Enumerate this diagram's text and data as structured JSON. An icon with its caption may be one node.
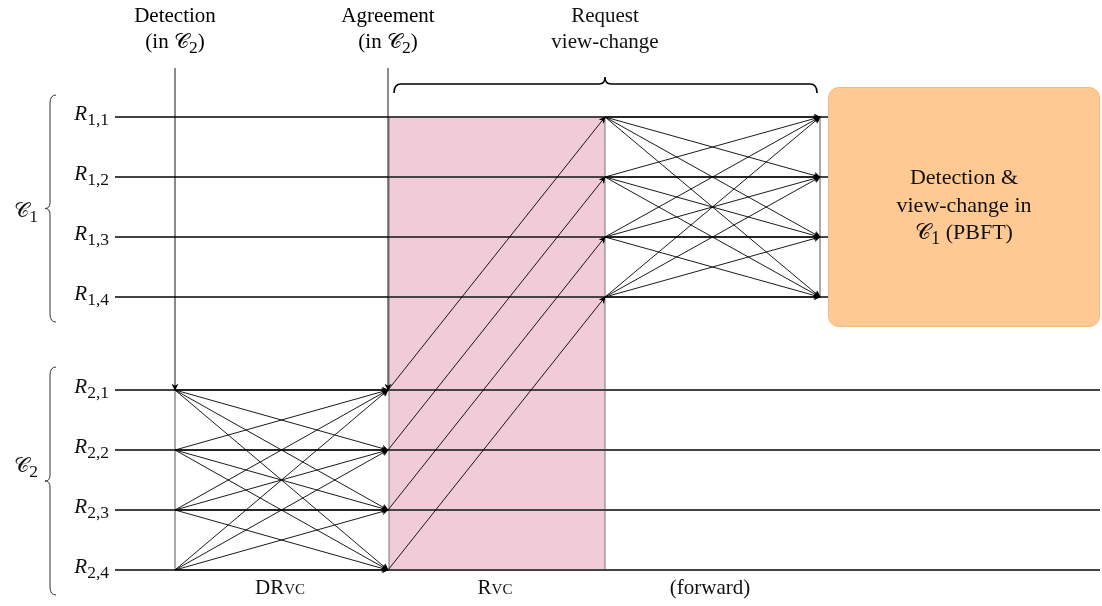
{
  "diagram": {
    "nodes": [
      {
        "text": [
          "Detection (in 𝒞$_{2}$)"
        ]
      },
      {
        "text": [
          "Agreement (in 𝒞$_{2}$)"
        ]
      },
      {
        "text": [],
        "shape": "bar",
        "beside": [
          "*R*$_{1,1}$"
        ]
      },
      {
        "text": [],
        "shape": "bar",
        "beside": [
          "*R*$_{1,2}$"
        ]
      },
      {
        "text": [],
        "shape": "bar",
        "beside": [
          "*R*$_{1,3}$"
        ]
      },
      {
        "text": [],
        "shape": "bar",
        "beside": [
          "*R*$_{1,4}$"
        ]
      },
      {
        "text": [],
        "shape": "bar",
        "beside": [
          "*R*$_{2,1}$"
        ]
      },
      {
        "text": [],
        "shape": "bar",
        "beside": [
          "*R*$_{2,2}$"
        ]
      },
      {
        "text": [],
        "shape": "bar",
        "beside": [
          "*R*$_{2,3}$"
        ]
      },
      {
        "text": [],
        "shape": "bar",
        "beside": [
          "*R*$_{2,4}$"
        ]
      },
      {
        "text": [
          "Detection & view-change in 𝒞$_{1}$ (PBFT)"
        ]
      }
    ],
    "edges": [
      {
        "from": 0,
        "to": 6,
        "arrow": "to"
      },
      {
        "from": 1,
        "to": 6,
        "arrow": "to"
      },
      {
        "from": 6,
        "to": 6,
        "arrow": "to"
      },
      {
        "from": 6,
        "to": 7,
        "arrow": "to"
      },
      {
        "from": 6,
        "to": 8,
        "arrow": "to"
      },
      {
        "from": 6,
        "to": 9,
        "arrow": "to"
      },
      {
        "from": 7,
        "to": 6,
        "arrow": "to"
      },
      {
        "from": 7,
        "to": 7,
        "arrow": "to"
      },
      {
        "from": 7,
        "to": 8,
        "arrow": "to"
      },
      {
        "from": 7,
        "to": 9,
        "arrow": "to"
      },
      {
        "from": 8,
        "to": 6,
        "arrow": "to"
      },
      {
        "from": 8,
        "to": 7,
        "arrow": "to"
      },
      {
        "from": 8,
        "to": 8,
        "arrow": "to"
      },
      {
        "from": 8,
        "to": 9,
        "arrow": "to"
      },
      {
        "from": 9,
        "to": 6,
        "arrow": "to"
      },
      {
        "from": 9,
        "to": 7,
        "arrow": "to"
      },
      {
        "from": 9,
        "to": 8,
        "arrow": "to"
      },
      {
        "from": 9,
        "to": 9,
        "arrow": "to"
      },
      {
        "from": 6,
        "to": 2,
        "arrow": "to"
      },
      {
        "from": 7,
        "to": 3,
        "arrow": "to"
      },
      {
        "from": 8,
        "to": 4,
        "arrow": "to"
      },
      {
        "from": 9,
        "to": 5,
        "arrow": "to"
      },
      {
        "from": 2,
        "to": 2,
        "arrow": "to"
      },
      {
        "from": 2,
        "to": 3,
        "arrow": "to"
      },
      {
        "from": 2,
        "to": 4,
        "arrow": "to"
      },
      {
        "from": 2,
        "to": 5,
        "arrow": "to"
      },
      {
        "from": 3,
        "to": 2,
        "arrow": "to"
      },
      {
        "from": 3,
        "to": 3,
        "arrow": "to"
      },
      {
        "from": 3,
        "to": 4,
        "arrow": "to"
      },
      {
        "from": 3,
        "to": 5,
        "arrow": "to"
      },
      {
        "from": 4,
        "to": 2,
        "arrow": "to"
      },
      {
        "from": 4,
        "to": 3,
        "arrow": "to"
      },
      {
        "from": 4,
        "to": 4,
        "arrow": "to"
      },
      {
        "from": 4,
        "to": 5,
        "arrow": "to"
      },
      {
        "from": 5,
        "to": 2,
        "arrow": "to"
      },
      {
        "from": 5,
        "to": 3,
        "arrow": "to"
      },
      {
        "from": 5,
        "to": 4,
        "arrow": "to"
      },
      {
        "from": 5,
        "to": 5,
        "arrow": "to"
      }
    ],
    "labels": [
      "𝒞$_{1}$",
      "𝒞$_{2}$",
      "Request view-change",
      "DRvc",
      "Rvc",
      "(forward)"
    ]
  }
}
